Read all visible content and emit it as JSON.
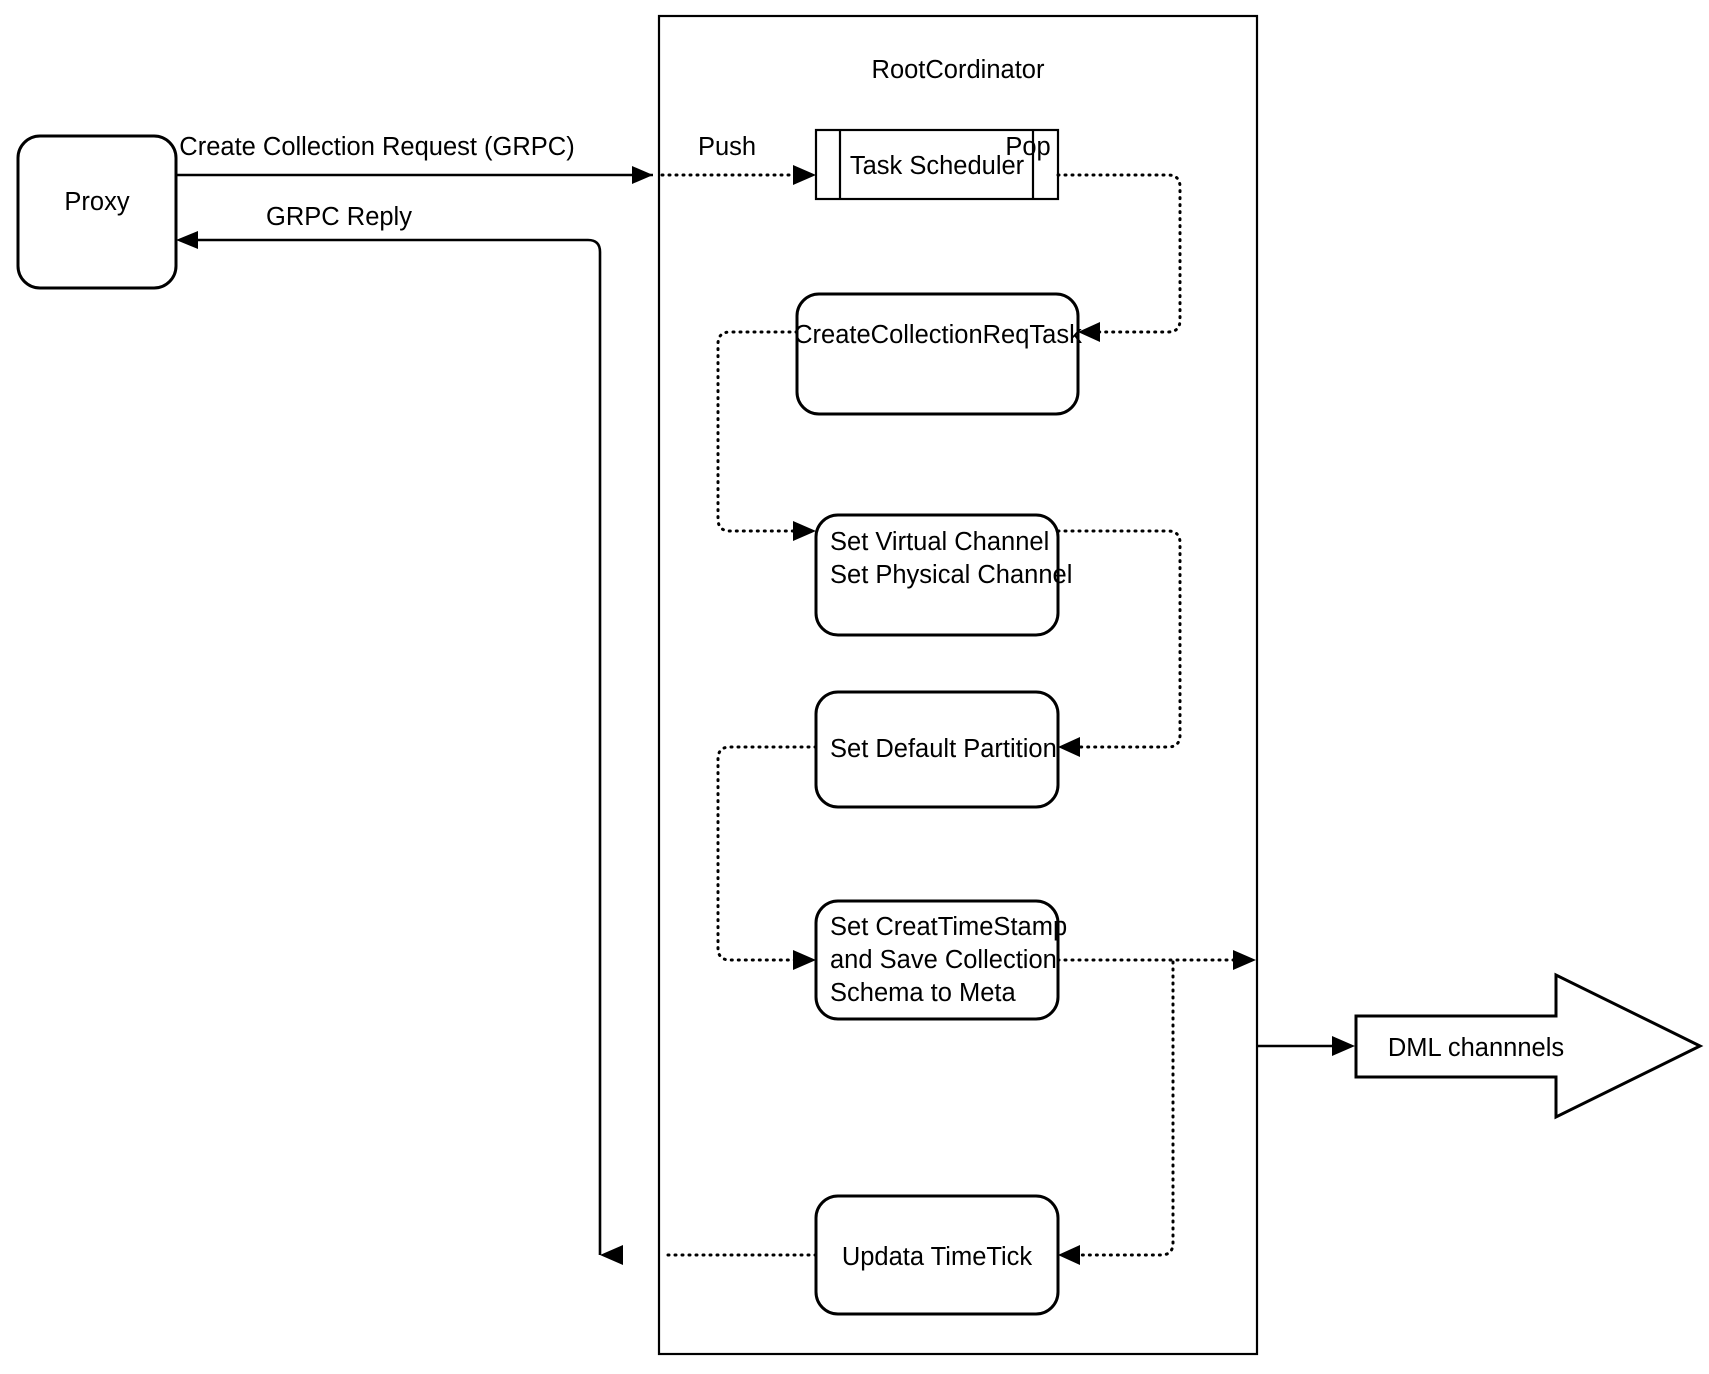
{
  "diagram": {
    "type": "flowchart",
    "title_visible": false,
    "container": {
      "name": "RootCordinator",
      "label": "RootCordinator"
    },
    "nodes": [
      {
        "id": "proxy",
        "label": "Proxy",
        "shape": "rounded-rect"
      },
      {
        "id": "task-scheduler",
        "label": "Task Scheduler",
        "shape": "queue"
      },
      {
        "id": "create-collection-req-task",
        "label": "CreateCollectionReqTask",
        "shape": "rounded-rect"
      },
      {
        "id": "set-channels",
        "label_lines": [
          "Set Virtual Channel",
          "Set Physical Channel"
        ],
        "shape": "rounded-rect"
      },
      {
        "id": "set-default-partition",
        "label": "Set Default Partition",
        "shape": "rounded-rect"
      },
      {
        "id": "set-creat-timestamp",
        "label_lines": [
          "Set CreatTimeStamp",
          "and Save Collection",
          "Schema to Meta"
        ],
        "shape": "rounded-rect"
      },
      {
        "id": "updata-timetick",
        "label": "Updata TimeTick",
        "shape": "rounded-rect"
      },
      {
        "id": "dml-channels",
        "label": "DML channnels",
        "shape": "block-arrow"
      }
    ],
    "edges": [
      {
        "id": "create-collection-request",
        "label": "Create Collection Request (GRPC)",
        "from": "proxy",
        "to": "task-scheduler",
        "style": "solid-then-dotted"
      },
      {
        "id": "grpc-reply",
        "label": "GRPC Reply",
        "from": "updata-timetick",
        "to": "proxy",
        "style": "solid"
      },
      {
        "id": "push",
        "label": "Push",
        "from": "root-boundary",
        "to": "task-scheduler",
        "style": "dotted"
      },
      {
        "id": "pop",
        "label": "Pop",
        "from": "task-scheduler",
        "to": "create-collection-req-task",
        "style": "dotted"
      },
      {
        "id": "task-to-channels",
        "label": "",
        "from": "create-collection-req-task",
        "to": "set-channels",
        "style": "dotted"
      },
      {
        "id": "channels-to-partition",
        "label": "",
        "from": "set-channels",
        "to": "set-default-partition",
        "style": "dotted"
      },
      {
        "id": "partition-to-timestamp",
        "label": "",
        "from": "set-default-partition",
        "to": "set-creat-timestamp",
        "style": "dotted"
      },
      {
        "id": "timestamp-to-dml",
        "label": "",
        "from": "set-creat-timestamp",
        "to": "dml-channels",
        "style": "dotted-then-solid"
      },
      {
        "id": "timestamp-to-timetick",
        "label": "",
        "from": "set-creat-timestamp",
        "to": "updata-timetick",
        "style": "dotted"
      },
      {
        "id": "timetick-to-reply",
        "label": "",
        "from": "updata-timetick",
        "to": "grpc-reply",
        "style": "dotted"
      }
    ],
    "colors": {
      "stroke": "#000000",
      "fill": "#ffffff",
      "background": "#ffffff"
    }
  }
}
